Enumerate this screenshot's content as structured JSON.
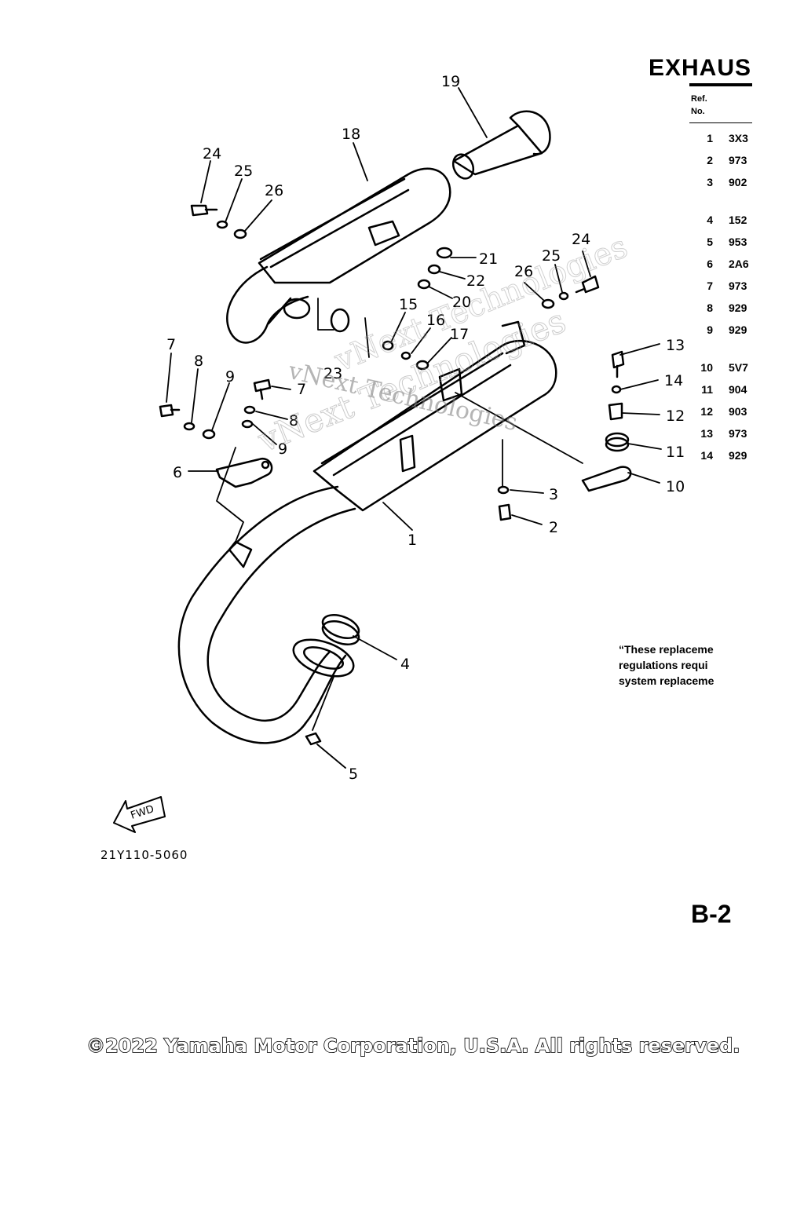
{
  "header": {
    "title": "EXHAUS",
    "ref_label_line1": "Ref.",
    "ref_label_line2": "No."
  },
  "parts_list": [
    {
      "ref": "1",
      "part": "3X3"
    },
    {
      "ref": "2",
      "part": "973"
    },
    {
      "ref": "3",
      "part": "902"
    },
    {
      "ref": "4",
      "part": "152"
    },
    {
      "ref": "5",
      "part": "953"
    },
    {
      "ref": "6",
      "part": "2A6"
    },
    {
      "ref": "7",
      "part": "973"
    },
    {
      "ref": "8",
      "part": "929"
    },
    {
      "ref": "9",
      "part": "929"
    },
    {
      "ref": "10",
      "part": "5V7"
    },
    {
      "ref": "11",
      "part": "904"
    },
    {
      "ref": "12",
      "part": "903"
    },
    {
      "ref": "13",
      "part": "973"
    },
    {
      "ref": "14",
      "part": "929"
    }
  ],
  "note": {
    "line1": "“These replaceme",
    "line2": "regulations requi",
    "line3": "system replaceme"
  },
  "callouts": {
    "c19": "19",
    "c18": "18",
    "c24a": "24",
    "c25a": "25",
    "c26a": "26",
    "c21": "21",
    "c22": "22",
    "c20": "20",
    "c24b": "24",
    "c25b": "25",
    "c26b": "26",
    "c15": "15",
    "c16": "16",
    "c17": "17",
    "c7a": "7",
    "c8a": "8",
    "c9a": "9",
    "c7b": "7",
    "c8b": "8",
    "c9b": "9",
    "c6": "6",
    "c23": "23",
    "c13": "13",
    "c14": "14",
    "c12": "12",
    "c11": "11",
    "c10": "10",
    "c3": "3",
    "c2": "2",
    "c1": "1",
    "c4": "4",
    "c5": "5"
  },
  "fwd_label": "FWD",
  "diagram_code": "21Y110-5060",
  "page_number": "B-2",
  "copyright": "©2022 Yamaha Motor Corporation, U.S.A. All rights reserved.",
  "watermark": "vNext Technologies"
}
